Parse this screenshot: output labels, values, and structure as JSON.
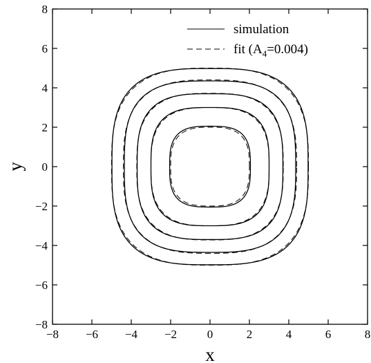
{
  "chart_data": {
    "type": "line",
    "xlabel": "x",
    "ylabel": "y",
    "xlim": [
      -8,
      8
    ],
    "ylim": [
      -8,
      8
    ],
    "x_ticks": [
      "−8",
      "−6",
      "−4",
      "−2",
      "0",
      "2",
      "4",
      "6",
      "8"
    ],
    "y_ticks": [
      "8",
      "6",
      "4",
      "2",
      "0",
      "−2",
      "−4",
      "−6",
      "−8"
    ],
    "grid": false,
    "legend_position": "top-right",
    "legend": [
      {
        "label": "simulation",
        "style": "solid"
      },
      {
        "label": "fit (A",
        "subscript": "4",
        "suffix": "=0.004)",
        "style": "dashed"
      }
    ],
    "series": [
      {
        "name": "simulation",
        "style": "solid",
        "description_values": "closed contours with superellipse exponent ~3.1",
        "exponent": 3.1,
        "contours": [
          {
            "axis_radius": 2.05,
            "diagonal_x": 1.55
          },
          {
            "axis_radius": 3.0,
            "diagonal_x": 2.3
          },
          {
            "axis_radius": 3.7,
            "diagonal_x": 2.87
          },
          {
            "axis_radius": 4.35,
            "diagonal_x": 3.38
          },
          {
            "axis_radius": 4.98,
            "diagonal_x": 3.88
          }
        ]
      },
      {
        "name": "fit (A4=0.004)",
        "style": "dashed",
        "exponent": 2.9,
        "contours": [
          {
            "axis_radius": 2.0,
            "diagonal_x": 1.58
          },
          {
            "axis_radius": 3.0,
            "diagonal_x": 2.36
          },
          {
            "axis_radius": 3.72,
            "diagonal_x": 2.93
          },
          {
            "axis_radius": 4.4,
            "diagonal_x": 3.46
          },
          {
            "axis_radius": 5.0,
            "diagonal_x": 3.95
          }
        ]
      }
    ]
  }
}
